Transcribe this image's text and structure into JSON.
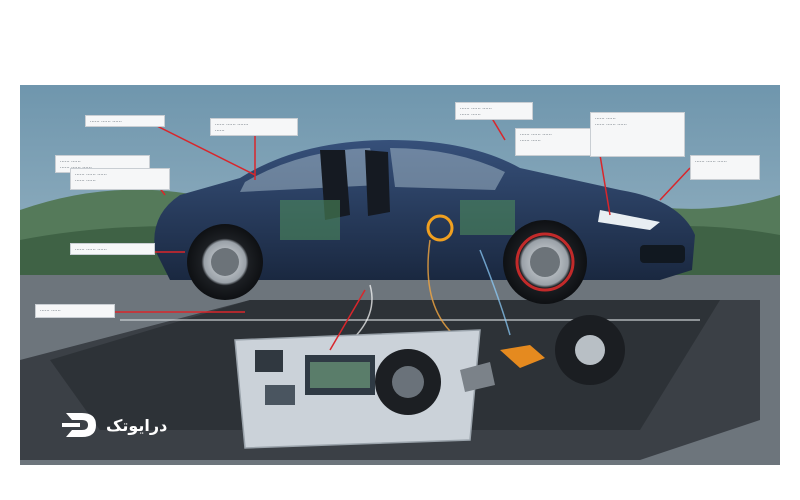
{
  "image": {
    "subject": "car-diagnostic-illustration",
    "colors": {
      "sky": "#7fa3b8",
      "hills": "#4d6e52",
      "road": "#3a3f45",
      "car_body": "#22344f",
      "callout_line": "#d9262b",
      "panel": "#c7ced6"
    }
  },
  "callouts": [
    {
      "id": "c1",
      "text": "...... ...... ......"
    },
    {
      "id": "c2",
      "text": "...... ...... .......\n......"
    },
    {
      "id": "c3",
      "text": "...... ......\n...... ...... ......"
    },
    {
      "id": "c4",
      "text": "...... ...... ......\n...... ......"
    },
    {
      "id": "c5",
      "text": "...... ...... ......"
    },
    {
      "id": "c6",
      "text": "...... ......"
    },
    {
      "id": "c7",
      "text": "...... ...... ......\n...... ......"
    },
    {
      "id": "c8",
      "text": "...... ...... ......\n...... ......"
    },
    {
      "id": "c9",
      "text": "...... ......\n...... ...... ......"
    },
    {
      "id": "c10",
      "text": "...... ...... ......"
    }
  ],
  "brand": {
    "name": "درایوتک"
  }
}
